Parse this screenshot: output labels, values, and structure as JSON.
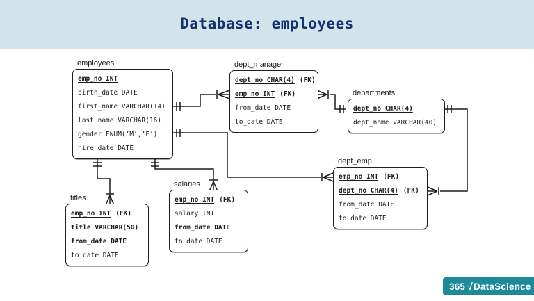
{
  "header": {
    "title": "Database: employees",
    "band_color": "#d2e3ea",
    "text_color": "#14316f"
  },
  "diagram": {
    "tables": [
      {
        "name": "employees",
        "rows": [
          {
            "text": "emp_no INT",
            "key": true
          },
          {
            "text": "birth_date DATE"
          },
          {
            "text": "first_name VARCHAR(14)"
          },
          {
            "text": "last_name VARCHAR(16)"
          },
          {
            "text": "gender ENUM(’M’,’F’)"
          },
          {
            "text": "hire_date DATE"
          }
        ]
      },
      {
        "name": "dept_manager",
        "rows": [
          {
            "text": "dept_no CHAR(4)",
            "suffix": "(FK)",
            "key": true
          },
          {
            "text": "emp_no INT",
            "suffix": "(FK)",
            "key": true
          },
          {
            "text": "from_date DATE"
          },
          {
            "text": "to_date DATE"
          }
        ]
      },
      {
        "name": "departments",
        "rows": [
          {
            "text": "dept_no CHAR(4)",
            "key": true
          },
          {
            "text": "dept_name VARCHAR(40)"
          }
        ]
      },
      {
        "name": "dept_emp",
        "rows": [
          {
            "text": "emp_no INT",
            "suffix": "(FK)",
            "key": true
          },
          {
            "text": "dept_no CHAR(4)",
            "suffix": "(FK)",
            "key": true
          },
          {
            "text": "from_date DATE"
          },
          {
            "text": "to_date DATE"
          }
        ]
      },
      {
        "name": "salaries",
        "rows": [
          {
            "text": "emp_no INT",
            "suffix": "(FK)",
            "key": true
          },
          {
            "text": "salary INT"
          },
          {
            "text": "from_date DATE",
            "key": true
          },
          {
            "text": "to_date DATE"
          }
        ]
      },
      {
        "name": "titles",
        "rows": [
          {
            "text": "emp_no INT",
            "suffix": "(FK)",
            "key": true
          },
          {
            "text": "title VARCHAR(50)",
            "key": true
          },
          {
            "text": "from_date DATE",
            "key": true
          },
          {
            "text": "to_date DATE"
          }
        ]
      }
    ],
    "relationships": [
      {
        "from": "employees",
        "to": "dept_manager",
        "from_cardinality": "one",
        "to_cardinality": "many"
      },
      {
        "from": "employees",
        "to": "dept_emp",
        "from_cardinality": "one",
        "to_cardinality": "many"
      },
      {
        "from": "employees",
        "to": "titles",
        "from_cardinality": "one",
        "to_cardinality": "many"
      },
      {
        "from": "employees",
        "to": "salaries",
        "from_cardinality": "one",
        "to_cardinality": "many"
      },
      {
        "from": "departments",
        "to": "dept_manager",
        "from_cardinality": "one",
        "to_cardinality": "many"
      },
      {
        "from": "departments",
        "to": "dept_emp",
        "from_cardinality": "one",
        "to_cardinality": "many"
      }
    ],
    "line_color": "#1b1b1b"
  },
  "logo": {
    "prefix": "365",
    "check": "√",
    "name": "DataScience",
    "bg": "#1d8a99"
  }
}
